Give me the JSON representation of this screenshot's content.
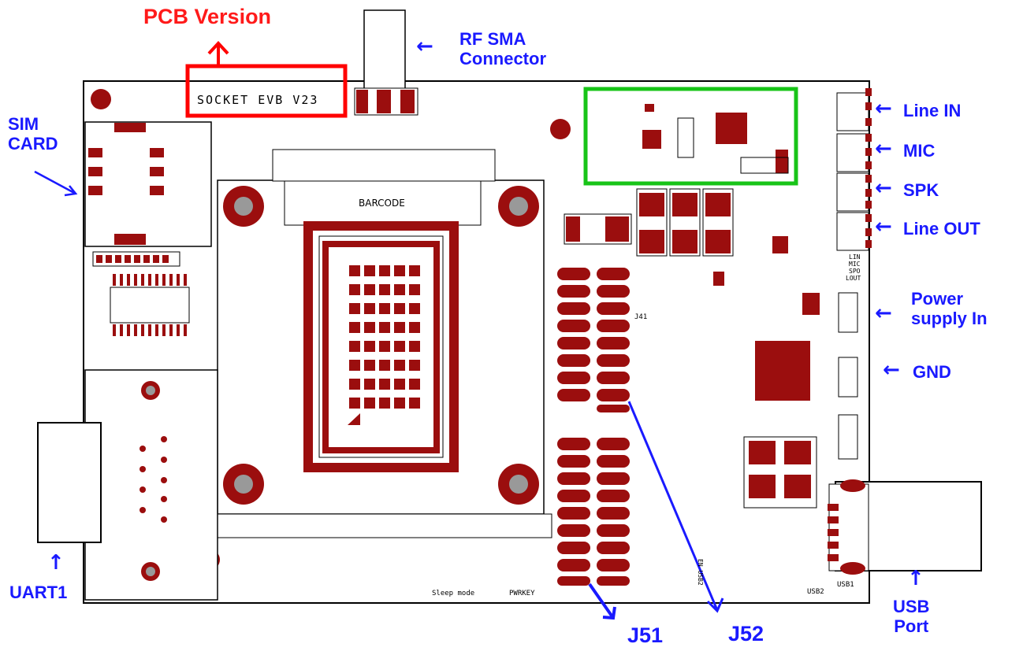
{
  "board": {
    "pcb_silkscreen": "SOCKET EVB V23",
    "barcode_label": "BARCODE",
    "silk_sleep": "Sleep mode",
    "silk_pwrkey": "PWRKEY",
    "silk_usb1": "USB1",
    "silk_usb2": "USB2",
    "silk_j41": "J41",
    "silk_audio_1": "LIN",
    "silk_audio_2": "MIC",
    "silk_audio_3": "SPO",
    "silk_audio_4": "LOUT",
    "silk_enusb2": "EN USB2"
  },
  "labels": {
    "pcb_version": "PCB Version",
    "rf_sma_line1": "RF SMA",
    "rf_sma_line2": "Connector",
    "sim_line1": "SIM",
    "sim_line2": "CARD",
    "line_in": "Line IN",
    "mic": "MIC",
    "spk": "SPK",
    "line_out": "Line OUT",
    "power_line1": "Power",
    "power_line2": "supply In",
    "gnd": "GND",
    "uart1": "UART1",
    "j51": "J51",
    "j52": "J52",
    "usb_line1": "USB",
    "usb_line2": "Port"
  },
  "colors": {
    "pcb_pad": "#9b0e0e",
    "label_blue": "#1a1aff",
    "label_red": "#ff1a1a",
    "highlight_red": "#ff0000",
    "highlight_green": "#18c418",
    "mount_hole": "#999999"
  }
}
